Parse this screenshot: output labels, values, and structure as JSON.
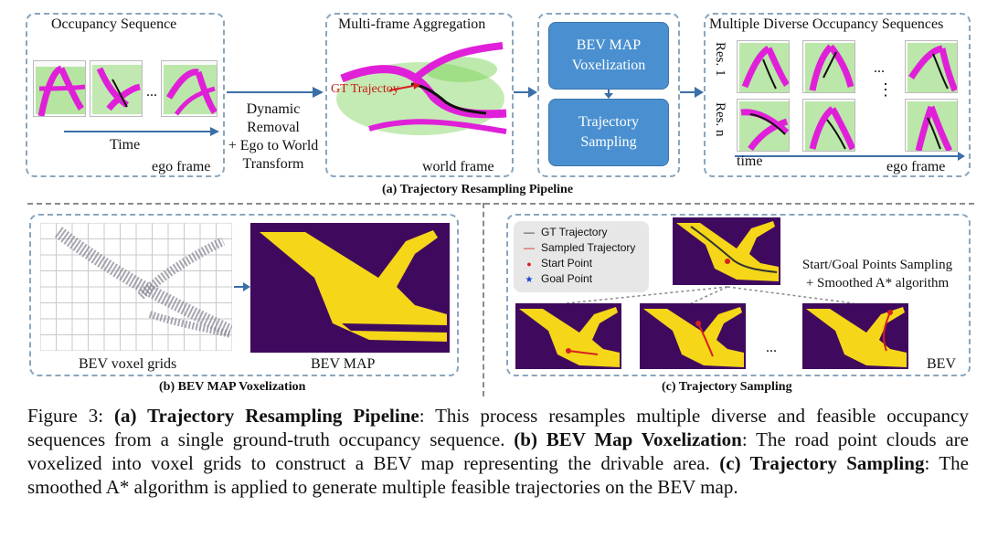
{
  "top": {
    "occupancy": {
      "title": "Occupancy Sequence",
      "time_label": "Time",
      "dots": "...",
      "frame_label": "ego frame"
    },
    "transform_text": [
      "Dynamic",
      "Removal",
      "+ Ego to World",
      "Transform"
    ],
    "aggregation": {
      "title": "Multi-frame Aggregation",
      "gt_label": "GT Trajectoy",
      "frame_label": "world frame"
    },
    "process": {
      "box1": [
        "BEV MAP",
        "Voxelization"
      ],
      "box2": [
        "Trajectory",
        "Sampling"
      ]
    },
    "diverse": {
      "title": "Multiple Diverse Occupancy Sequences",
      "res1": "Res. 1",
      "resn": "Res. n",
      "dots_h": "...",
      "dots_v": "⋮",
      "time_label": "time",
      "frame_label": "ego frame"
    },
    "pipeline_caption": "(a) Trajectory Resampling  Pipeline"
  },
  "voxelization": {
    "grid_label": "BEV voxel grids",
    "map_label": "BEV MAP",
    "caption": "(b) BEV MAP Voxelization"
  },
  "sampling": {
    "legend": [
      {
        "symbol": "—",
        "label": "GT Trajectory",
        "color": "#333333"
      },
      {
        "symbol": "—",
        "label": "Sampled Trajectory",
        "color": "#d62020"
      },
      {
        "symbol": "●",
        "label": "Start Point",
        "color": "#d62020"
      },
      {
        "symbol": "★",
        "label": "Goal Point",
        "color": "#1a3fd6"
      }
    ],
    "method_text": [
      "Start/Goal Points Sampling",
      "+ Smoothed A* algorithm"
    ],
    "dots": "...",
    "bev_label": "BEV",
    "caption": "(c) Trajectory Sampling"
  },
  "figure": {
    "intro": "Figure 3: ",
    "a_title": "(a) Trajectory Resampling Pipeline",
    "a_text": ": This process resamples multiple diverse and feasible occupancy sequences from a single ground-truth occupancy sequence. ",
    "b_title": "(b) BEV Map Voxelization",
    "b_text": ": The road point clouds are voxelized into voxel grids to construct a BEV map representing the drivable area. ",
    "c_title": "(c) Trajectory Sampling",
    "c_text": ": The smoothed A* algorithm is applied to generate multiple feasible trajectories on the BEV map."
  },
  "colors": {
    "panel_border": "#8aa6bd",
    "process_box": "#4a90d0",
    "bev_bg": "#3f0a5e",
    "bev_road": "#f5d619",
    "occ_green": "#7ed35a",
    "occ_magenta": "#e020d8"
  }
}
